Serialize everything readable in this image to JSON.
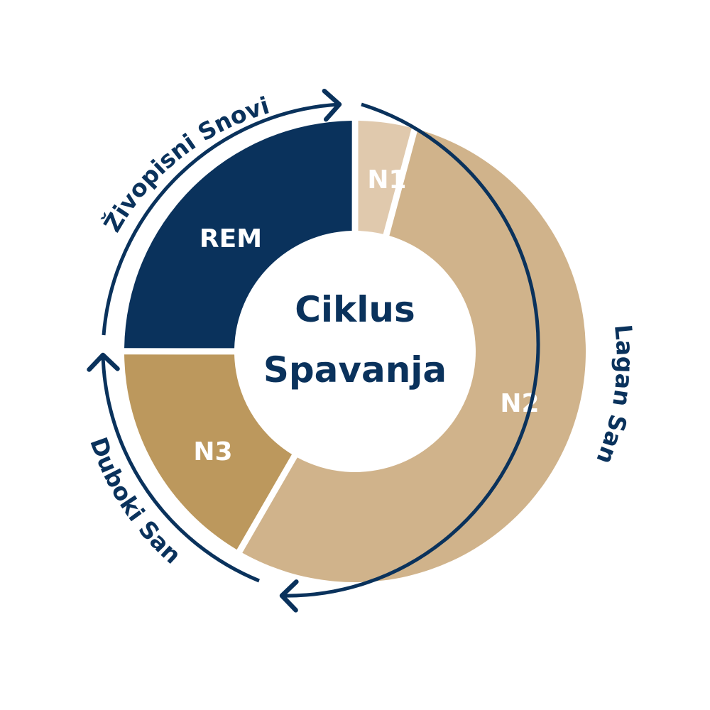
{
  "center": {
    "line1": "Ciklus",
    "line2": "Spavanja"
  },
  "segments": [
    {
      "key": "n1",
      "label": "N1",
      "color": "#e0c9ad",
      "share": 0.0417
    },
    {
      "key": "n2",
      "label": "N2",
      "color": "#d0b38b",
      "share": 0.5417
    },
    {
      "key": "n3",
      "label": "N3",
      "color": "#bc985d",
      "share": 0.1667
    },
    {
      "key": "rem",
      "label": "REM",
      "color": "#0a325c",
      "share": 0.25
    }
  ],
  "outer_labels": {
    "light": "Lagan San",
    "deep": "Duboki San",
    "dreams": "Živopisni Snovi"
  },
  "colors": {
    "navy": "#0a325c",
    "background": "#ffffff"
  }
}
